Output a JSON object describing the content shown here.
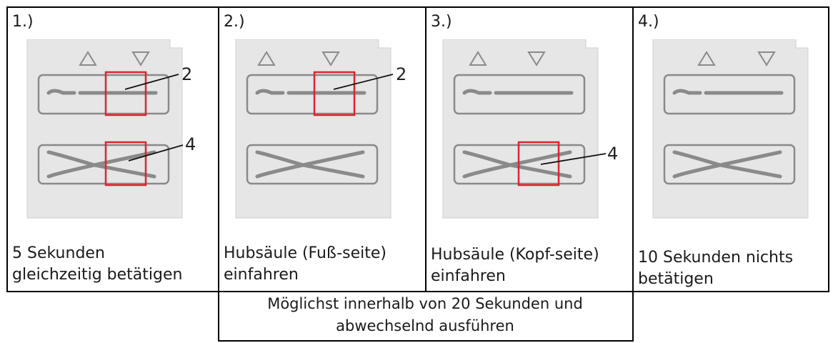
{
  "steps": [
    {
      "number": "1.)",
      "caption_line1": "5 Sekunden",
      "caption_line2": "gleichzeitig betätigen",
      "callout_top": "2",
      "callout_bottom": "4"
    },
    {
      "number": "2.)",
      "caption_line1": "Hubsäule (Fuß-seite)",
      "caption_line2": "einfahren",
      "callout_top": "2"
    },
    {
      "number": "3.)",
      "caption_line1": "Hubsäule (Kopf-seite)",
      "caption_line2": "einfahren",
      "callout_bottom": "4"
    },
    {
      "number": "4.)",
      "caption_line1": "10 Sekunden nichts",
      "caption_line2": "betätigen"
    }
  ],
  "footer": {
    "line1": "Möglichst innerhalb von 20 Sekunden und",
    "line2": "abwechselnd ausführen"
  },
  "icons": {
    "up_arrow": "triangle-up-icon",
    "down_arrow": "triangle-down-icon"
  },
  "colors": {
    "panel": "#e6e6e6",
    "panel_border": "#cfcfcf",
    "button_outline": "#8a8a8a",
    "highlight": "#e0242c"
  }
}
